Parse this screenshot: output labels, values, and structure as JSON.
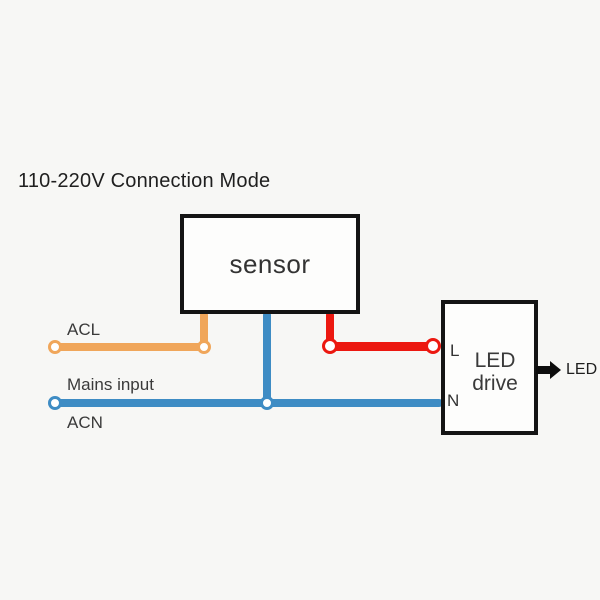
{
  "title": "110-220V Connection Mode",
  "sensor": {
    "label": "sensor"
  },
  "led_drive": {
    "name_line1": "LED",
    "name_line2": "drive",
    "terminal_live": "L",
    "terminal_neutral": "N"
  },
  "wires": {
    "live_label": "ACL",
    "mains_label": "Mains input",
    "neutral_label": "ACN"
  },
  "output": {
    "label": "LED",
    "icon": "right-arrow-icon"
  },
  "colors": {
    "background": "#f7f7f5",
    "box_border": "#141414",
    "box_fill": "#fdfdfc",
    "wire_orange": "#f0a65a",
    "wire_blue": "#3e8cc4",
    "wire_red": "#ec1810",
    "arrow_black": "#0d0d0d"
  }
}
